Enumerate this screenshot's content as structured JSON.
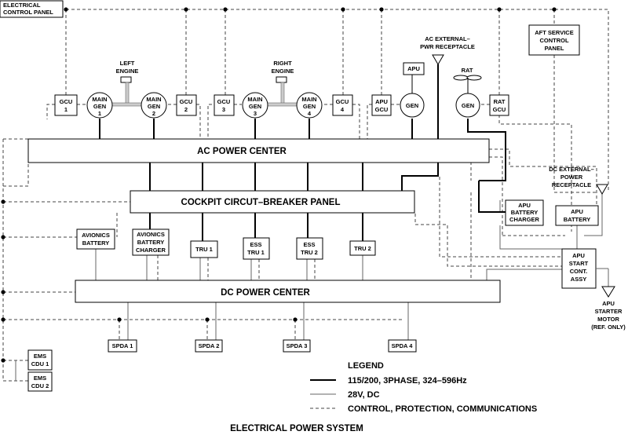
{
  "labels": {
    "ecp": [
      "ELECTRICAL",
      "CONTROL PANEL"
    ],
    "aft": [
      "AFT SERVICE",
      "CONTROL",
      "PANEL"
    ],
    "ac_ext": [
      "AC EXTERNAL–",
      "PWR RECEPTACLE"
    ],
    "dc_ext": [
      "DC EXTERNAL–",
      "POWER",
      "RECEPTACLE"
    ],
    "left_engine": [
      "LEFT",
      "ENGINE"
    ],
    "right_engine": [
      "RIGHT",
      "ENGINE"
    ],
    "gcu1": [
      "GCU",
      "1"
    ],
    "gcu2": [
      "GCU",
      "2"
    ],
    "gcu3": [
      "GCU",
      "3"
    ],
    "gcu4": [
      "GCU",
      "4"
    ],
    "gen1": [
      "MAIN",
      "GEN",
      "1"
    ],
    "gen2": [
      "MAIN",
      "GEN",
      "2"
    ],
    "gen3": [
      "MAIN",
      "GEN",
      "3"
    ],
    "gen4": [
      "MAIN",
      "GEN",
      "4"
    ],
    "apu_gcu": [
      "APU",
      "GCU"
    ],
    "apu": "APU",
    "apu_gen": "GEN",
    "rat": "RAT",
    "rat_gen": "GEN",
    "rat_gcu": [
      "RAT",
      "GCU"
    ],
    "ac_center": "AC POWER CENTER",
    "cb_panel": "COCKPIT CIRCUT–BREAKER PANEL",
    "avionics_batt": [
      "AVIONICS",
      "BATTERY"
    ],
    "avionics_chgr": [
      "AVIONICS",
      "BATTERY",
      "CHARGER"
    ],
    "tru1": "TRU 1",
    "ess1": [
      "ESS",
      "TRU 1"
    ],
    "ess2": [
      "ESS",
      "TRU 2"
    ],
    "tru2": "TRU 2",
    "apu_chgr": [
      "APU",
      "BATTERY",
      "CHARGER"
    ],
    "apu_batt": [
      "APU",
      "BATTERY"
    ],
    "apu_start": [
      "APU",
      "START",
      "CONT.",
      "ASSY"
    ],
    "starter": [
      "APU",
      "STARTER",
      "MOTOR",
      "(REF. ONLY)"
    ],
    "dc_center": "DC POWER CENTER",
    "spda1": "SPDA 1",
    "spda2": "SPDA 2",
    "spda3": "SPDA 3",
    "spda4": "SPDA 4",
    "ems1": [
      "EMS",
      "CDU 1"
    ],
    "ems2": [
      "EMS",
      "CDU 2"
    ]
  },
  "legend": {
    "heading": "LEGEND",
    "ac": "115/200, 3PHASE, 324–596Hz",
    "dc": "28V, DC",
    "ctl": "CONTROL, PROTECTION, COMMUNICATIONS"
  },
  "caption": "ELECTRICAL POWER SYSTEM"
}
